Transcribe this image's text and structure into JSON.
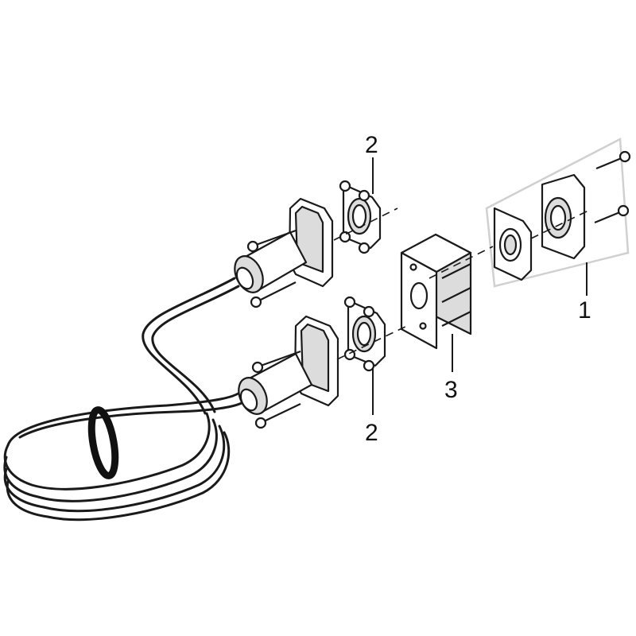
{
  "callouts": {
    "c1": "1",
    "c2_top": "2",
    "c2_bottom": "2",
    "c3": "3"
  },
  "colors": {
    "line": "#1a1a1a",
    "fill": "#ffffff",
    "shade": "#dcdcdc",
    "highlight_box": "#d0d0d0",
    "band": "#111111"
  }
}
